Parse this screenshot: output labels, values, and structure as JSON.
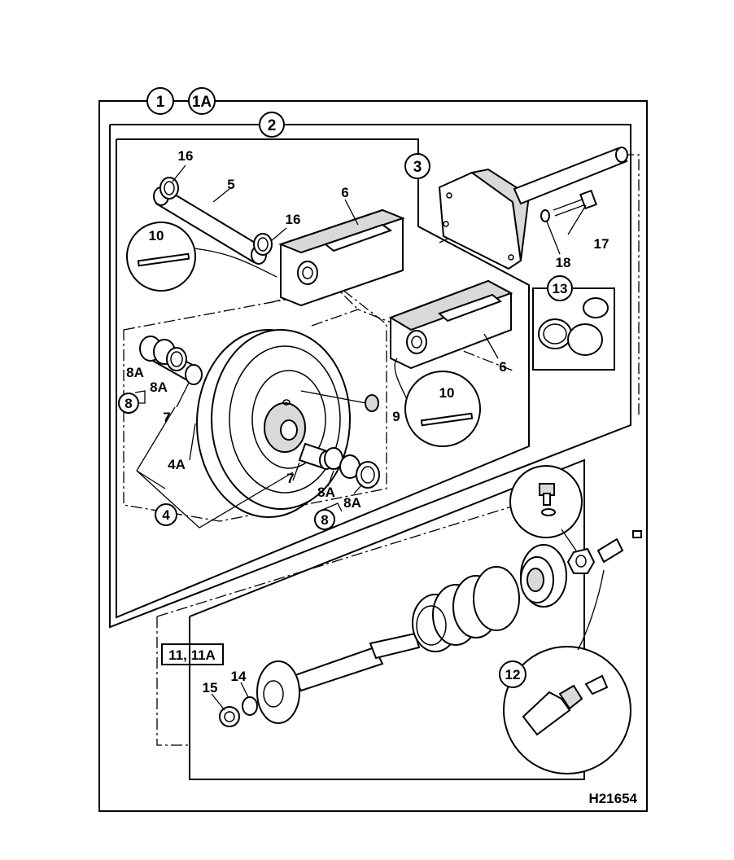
{
  "figure_id": "H21654",
  "callouts": {
    "c1": "1",
    "c1A": "1A",
    "c2": "2",
    "c3": "3",
    "c4": "4",
    "c8a": "8",
    "c8b": "8",
    "c12": "12",
    "c13": "13"
  },
  "labels": {
    "l16a": "16",
    "l5": "5",
    "l16b": "16",
    "l6a": "6",
    "l10a": "10",
    "l17": "17",
    "l18": "18",
    "l6b": "6",
    "l8Aa": "8A",
    "l8Ab": "8A",
    "l7a": "7",
    "l4A": "4A",
    "l9": "9",
    "l10b": "10",
    "l7b": "7",
    "l8Ac": "8A",
    "l8Ad": "8A",
    "l11": "11, 11A",
    "l15": "15",
    "l14": "14"
  }
}
